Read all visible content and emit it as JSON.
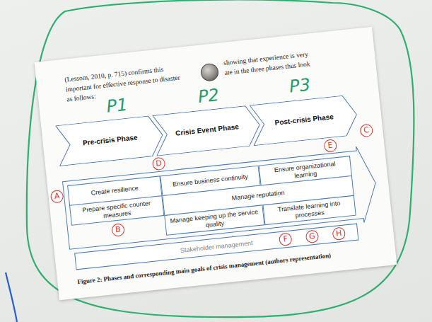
{
  "diagram": {
    "caption": "Figure 2: Phases and corresponding main goals of crisis management (authors representation)",
    "nodes": [
      {
        "text": [
          "Pre-crisis Phase"
        ]
      },
      {
        "text": [
          "Crisis Event Phase"
        ]
      },
      {
        "text": [
          "Post-crisis Phase"
        ]
      },
      {
        "text": [
          "Create resilience"
        ]
      },
      {
        "text": [
          "Ensure business continuity"
        ]
      },
      {
        "text": [
          "Ensure organizational learning"
        ]
      },
      {
        "text": [
          "Prepare specific counter measures"
        ]
      },
      {
        "text": [
          "Manage reputation"
        ]
      },
      {
        "text": [
          "Manage keeping up the service quality"
        ]
      },
      {
        "text": [
          "Translate learning into processes"
        ]
      },
      {
        "text": [
          "Stakeholder management"
        ]
      }
    ],
    "labels": [
      "(Lessom, 2010, p. 715) confirms this",
      "showing that experience is very",
      "important for effective response to disaster",
      "ate in the three phases thus look",
      "as follows:",
      "P1",
      "P2",
      "P3",
      "A",
      "D",
      "C",
      "E",
      "B",
      "F",
      "G",
      "H"
    ]
  }
}
